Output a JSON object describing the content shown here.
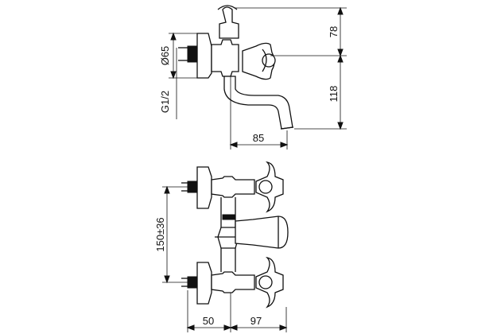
{
  "dimensions": {
    "diameter": "Ø65",
    "thread": "G1/2",
    "height_top": "78",
    "height_bottom": "118",
    "spout_reach": "85",
    "center_distance": "150±36",
    "wall_offset": "50",
    "depth": "97"
  }
}
